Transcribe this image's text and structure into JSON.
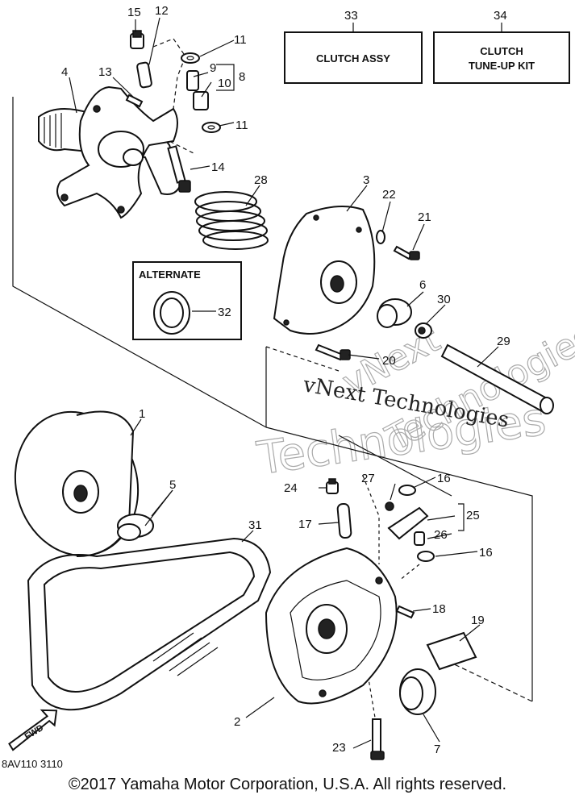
{
  "callouts": {
    "c1": "1",
    "c2": "2",
    "c3": "3",
    "c4": "4",
    "c5": "5",
    "c6": "6",
    "c7": "7",
    "c8": "8",
    "c9": "9",
    "c10": "10",
    "c11a": "11",
    "c11b": "11",
    "c12": "12",
    "c13": "13",
    "c14": "14",
    "c15": "15",
    "c16a": "16",
    "c16b": "16",
    "c17": "17",
    "c18": "18",
    "c19": "19",
    "c20": "20",
    "c21": "21",
    "c22": "22",
    "c23": "23",
    "c24": "24",
    "c25": "25",
    "c26": "26",
    "c27": "27",
    "c28": "28",
    "c29": "29",
    "c30": "30",
    "c31": "31",
    "c32": "32",
    "c33": "33",
    "c34": "34"
  },
  "boxes": {
    "clutch_assy": "CLUTCH ASSY",
    "tuneup_line1": "CLUTCH",
    "tuneup_line2": "TUNE-UP KIT",
    "alternate": "ALTERNATE"
  },
  "arrow_label": "FWD",
  "diagram_code": "8AV110 3110",
  "watermark": {
    "line1": "vNext Technologies",
    "outline1": "vNext",
    "outline2": "Technologies",
    "outline3": "Technologies"
  },
  "copyright": "©2017 Yamaha Motor Corporation, U.S.A. All rights reserved."
}
